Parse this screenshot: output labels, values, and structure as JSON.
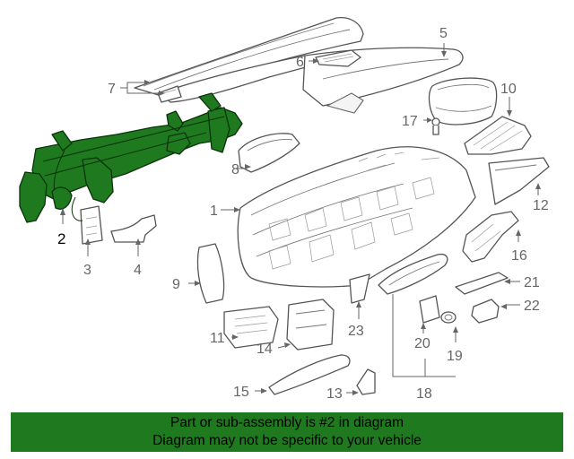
{
  "callouts": {
    "c1": "1",
    "c2": "2",
    "c3": "3",
    "c4": "4",
    "c5": "5",
    "c6": "6",
    "c7": "7",
    "c8": "8",
    "c9": "9",
    "c10": "10",
    "c11": "11",
    "c12": "12",
    "c13": "13",
    "c14": "14",
    "c15": "15",
    "c16": "16",
    "c17": "17",
    "c18": "18",
    "c19": "19",
    "c20": "20",
    "c21": "21",
    "c22": "22",
    "c23": "23"
  },
  "highlighted_part": "2",
  "colors": {
    "highlight": "#1f7a1f",
    "banner": "#1f7a1f",
    "line": "#555555"
  },
  "footer": {
    "line1": "Part or sub-assembly is #2 in diagram",
    "line2": "Diagram may not be specific to your vehicle"
  }
}
